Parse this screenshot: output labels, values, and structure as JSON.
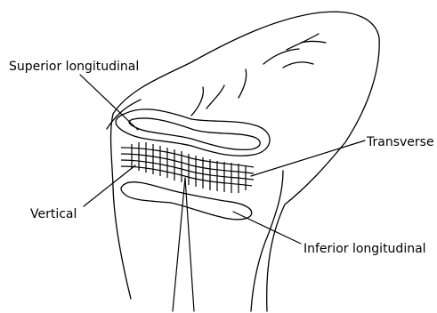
{
  "labels": {
    "superior_longitudinal": "Superior longitudinal",
    "transverse": "Transverse",
    "vertical": "Vertical",
    "inferior_longitudinal": "Inferior longitudinal"
  },
  "colors": {
    "stroke": "#000000",
    "background": "#ffffff"
  }
}
